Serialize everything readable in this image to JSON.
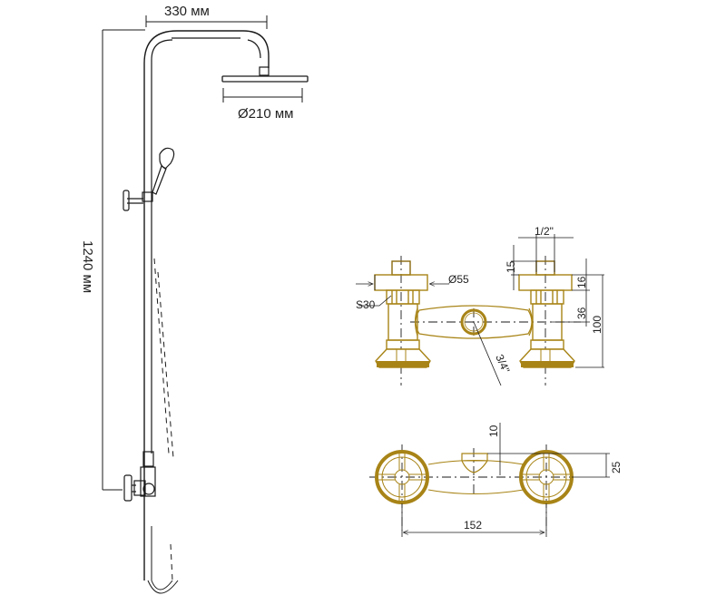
{
  "colors": {
    "line": "#1a1a1a",
    "brass": "#a88417",
    "brass_dark": "#8a6a0e",
    "background": "#ffffff"
  },
  "shower_column": {
    "width_label": "330 мм",
    "head_diameter_label": "Ø210 мм",
    "height_label": "1240 мм"
  },
  "mixer_front": {
    "handle_diameter_label": "Ø55",
    "nut_size_label": "S30",
    "thread_top_label": "1/2\"",
    "spindle_height_label": "15",
    "handle_height_label": "16",
    "body_offset_label": "36",
    "total_height_label": "100",
    "inlet_thread_label": "3/4\""
  },
  "mixer_top": {
    "spout_offset_label": "10",
    "depth_label": "25",
    "center_distance_label": "152"
  }
}
